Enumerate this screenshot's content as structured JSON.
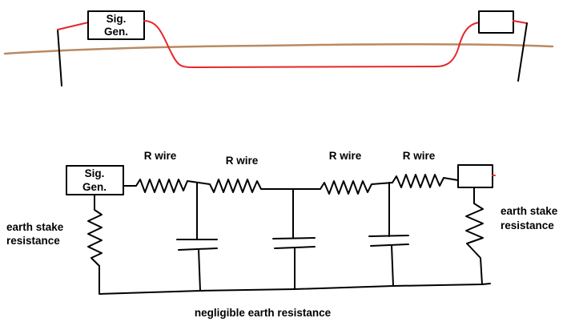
{
  "top_view": {
    "sig_gen_line1": "Sig.",
    "sig_gen_line2": "Gen."
  },
  "circuit": {
    "sig_gen_line1": "Sig.",
    "sig_gen_line2": "Gen.",
    "r_wire_labels": [
      "R wire",
      "R wire",
      "R wire",
      "R wire"
    ],
    "left_stake_label_line1": "earth stake",
    "left_stake_label_line2": "resistance",
    "right_stake_label_line1": "earth stake",
    "right_stake_label_line2": "resistance",
    "bottom_label": "negligible earth resistance"
  },
  "colors": {
    "wire": "#e8262b",
    "earth_surface": "#b98a63",
    "ink": "#000000"
  }
}
